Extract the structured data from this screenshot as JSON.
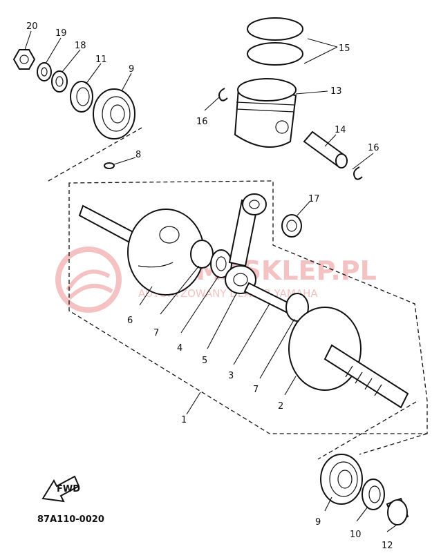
{
  "diagram_code": "87A110-0020",
  "fwd_label": "FWD",
  "watermark": {
    "main": "YAMASKLEP.PL",
    "sub": "AUTORYZOWANY DEALER YAMAHA",
    "color": "#f3b8b8"
  },
  "callouts": [
    "20",
    "19",
    "18",
    "11",
    "9",
    "16",
    "13",
    "15",
    "14",
    "16",
    "8",
    "17",
    "6",
    "7",
    "4",
    "5",
    "3",
    "7",
    "2",
    "1",
    "9",
    "10",
    "12"
  ]
}
